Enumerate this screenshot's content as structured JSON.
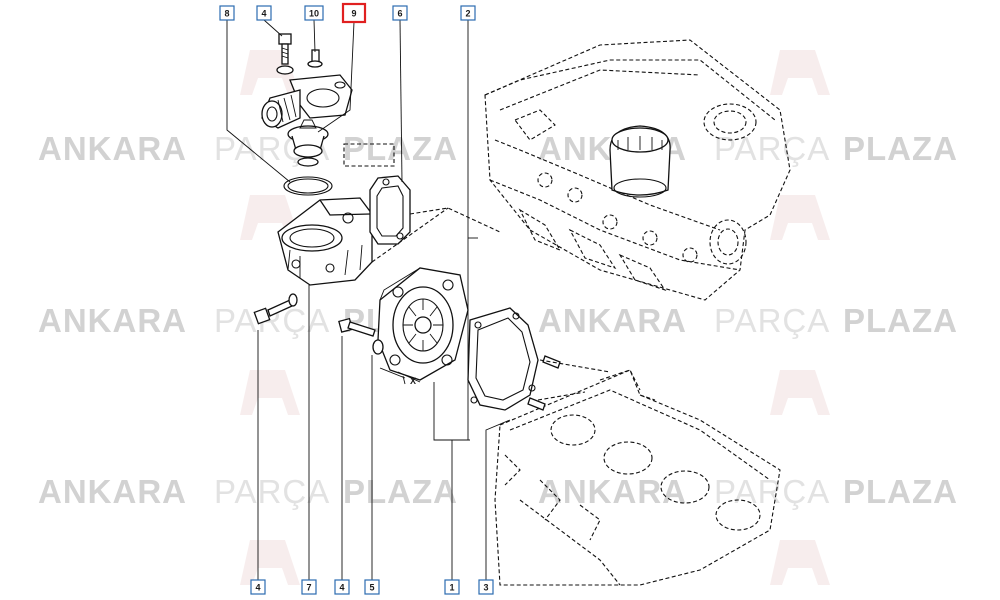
{
  "watermark": {
    "word1": "ANKARA",
    "word2": "PARÇA",
    "word3": "PLAZA",
    "monogram": "AP",
    "color_dark": "#d2d2d2",
    "color_light": "#e2e2e2",
    "monogram_color": "#f1dede"
  },
  "callouts_top": [
    {
      "id": "8",
      "label": "8",
      "highlight": false
    },
    {
      "id": "4a",
      "label": "4",
      "highlight": false
    },
    {
      "id": "10",
      "label": "10",
      "highlight": false
    },
    {
      "id": "9",
      "label": "9",
      "highlight": true
    },
    {
      "id": "6",
      "label": "6",
      "highlight": false
    },
    {
      "id": "2",
      "label": "2",
      "highlight": false
    }
  ],
  "callouts_bottom": [
    {
      "id": "4b",
      "label": "4",
      "highlight": false
    },
    {
      "id": "7",
      "label": "7",
      "highlight": false
    },
    {
      "id": "4c",
      "label": "4",
      "highlight": false
    },
    {
      "id": "5",
      "label": "5",
      "highlight": false
    },
    {
      "id": "1",
      "label": "1",
      "highlight": false
    },
    {
      "id": "3",
      "label": "3",
      "highlight": false
    }
  ],
  "dimension_mark": "X",
  "colors": {
    "callout_border": "#2b6cb0",
    "highlight_border": "#e02020"
  }
}
